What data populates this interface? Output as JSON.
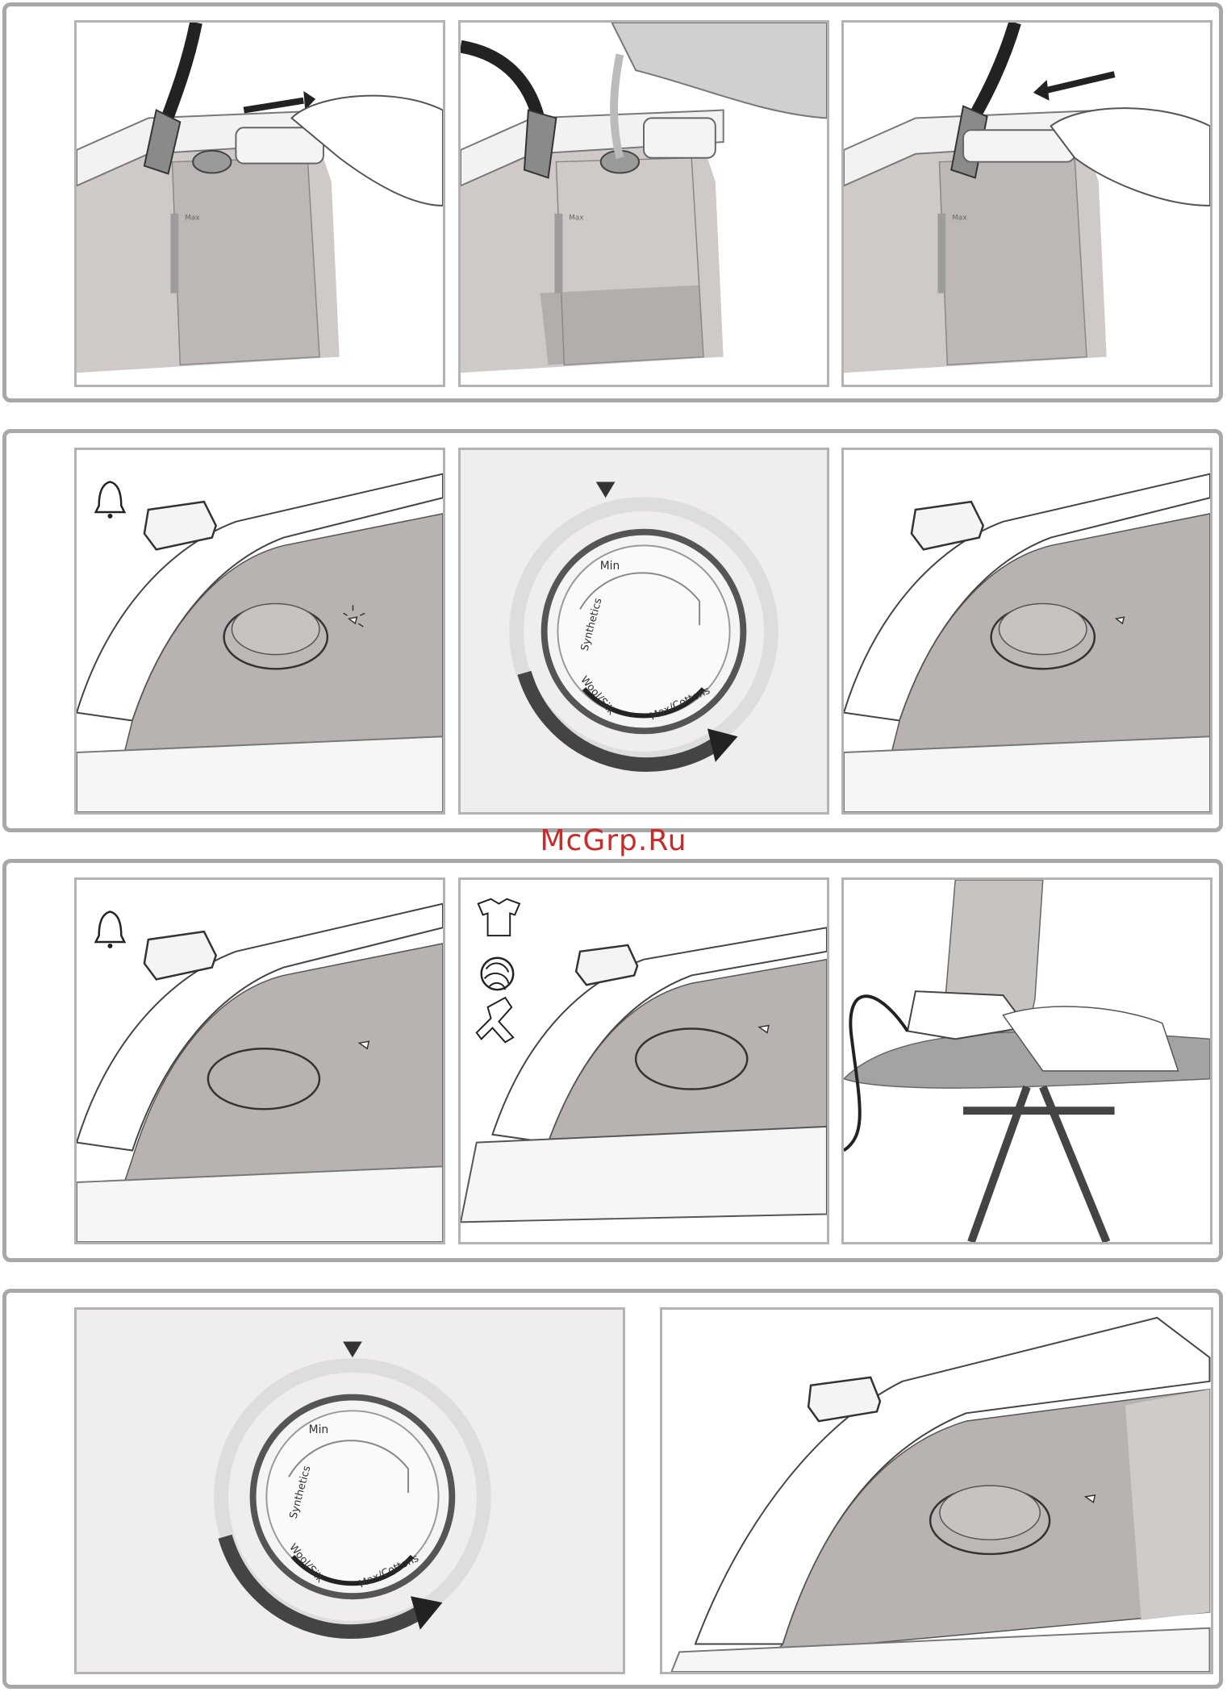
{
  "watermark": "McGrp.Ru",
  "colors": {
    "frame": "#a8a8a8",
    "panel_border": "#b3b3b3",
    "iron_body": "#b8b2b0",
    "watermark": "#c92a2a"
  },
  "icons": [
    "bell-icon",
    "tshirt-icon",
    "wool-icon",
    "silk-icon",
    "steam-icon",
    "arrow-icon"
  ],
  "tank": {
    "max_label": "Max"
  },
  "dial": {
    "min": "Min",
    "synthetics": "Synthetics",
    "wool_silk": "Wool/Silk",
    "max_cottons": "Max/Cottons"
  }
}
